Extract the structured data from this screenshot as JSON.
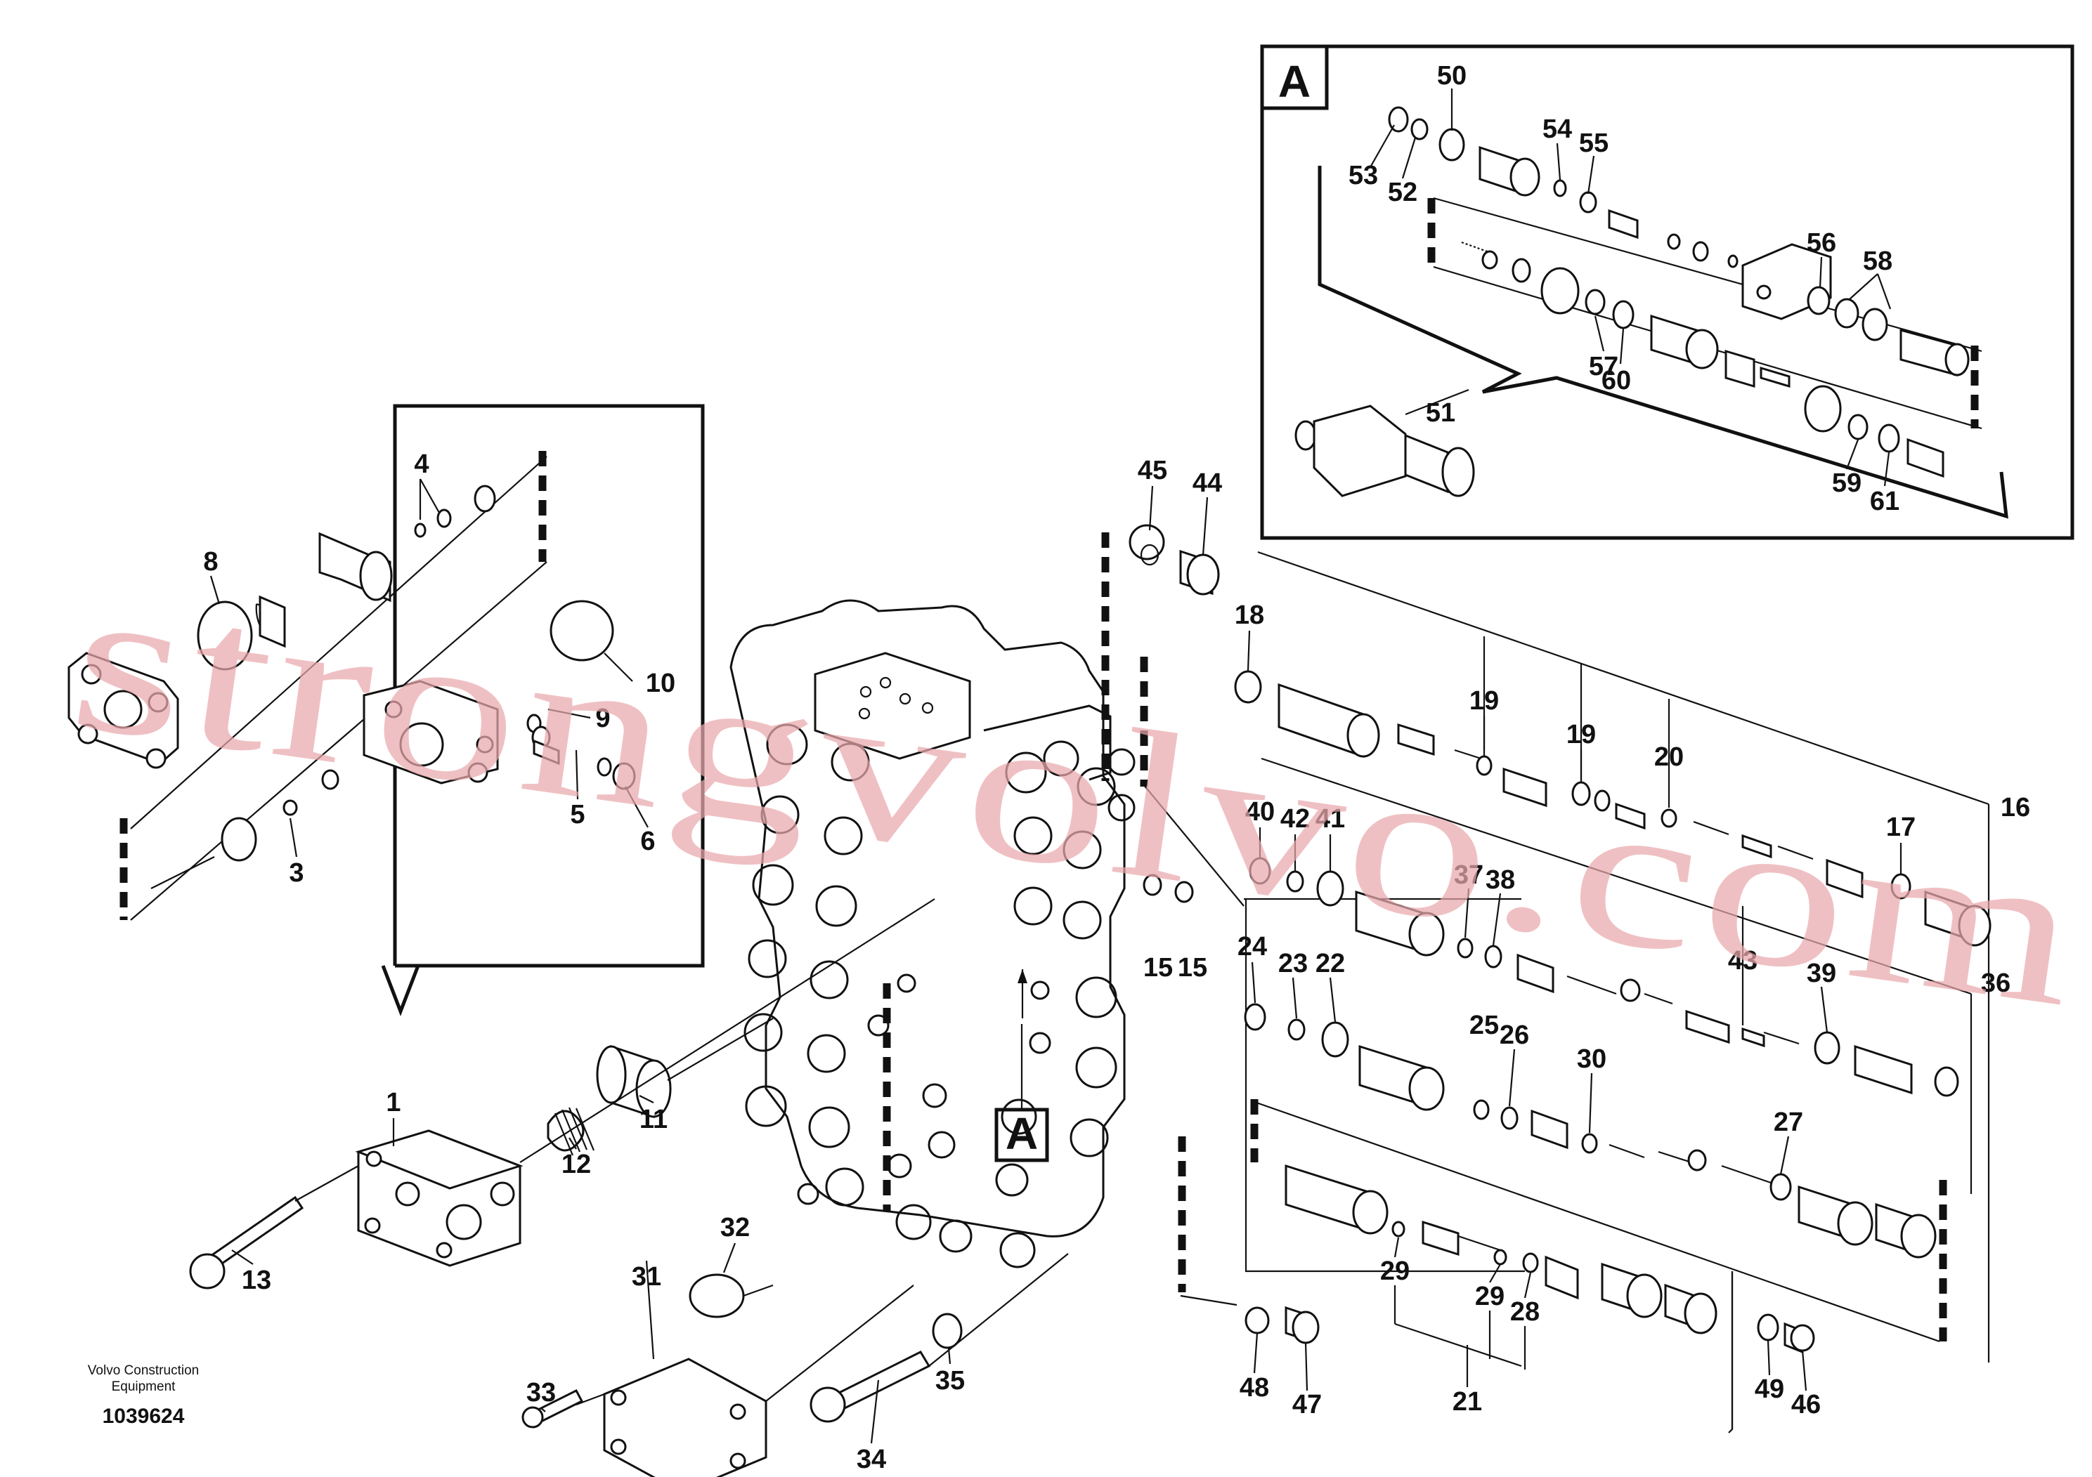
{
  "diagram": {
    "part_numbers": [
      "1",
      "3",
      "4",
      "5",
      "6",
      "8",
      "9",
      "10",
      "11",
      "12",
      "13",
      "15",
      "16",
      "17",
      "18",
      "19",
      "19",
      "20",
      "21",
      "22",
      "23",
      "24",
      "25",
      "26",
      "27",
      "28",
      "29",
      "29",
      "30",
      "31",
      "32",
      "33",
      "34",
      "35",
      "36",
      "37",
      "38",
      "39",
      "40",
      "41",
      "42",
      "43",
      "44",
      "45",
      "46",
      "47",
      "48",
      "49",
      "50",
      "51",
      "52",
      "53",
      "54",
      "55",
      "56",
      "57",
      "58",
      "59",
      "60",
      "61"
    ],
    "detail_label": "A",
    "section_label": "A",
    "brand_line1": "Volvo Construction",
    "brand_line2": "Equipment",
    "drawing_number": "1039624",
    "watermark": "strongvolvo.com",
    "line_color": "#111111",
    "watermark_color": "#e9a9ac"
  }
}
